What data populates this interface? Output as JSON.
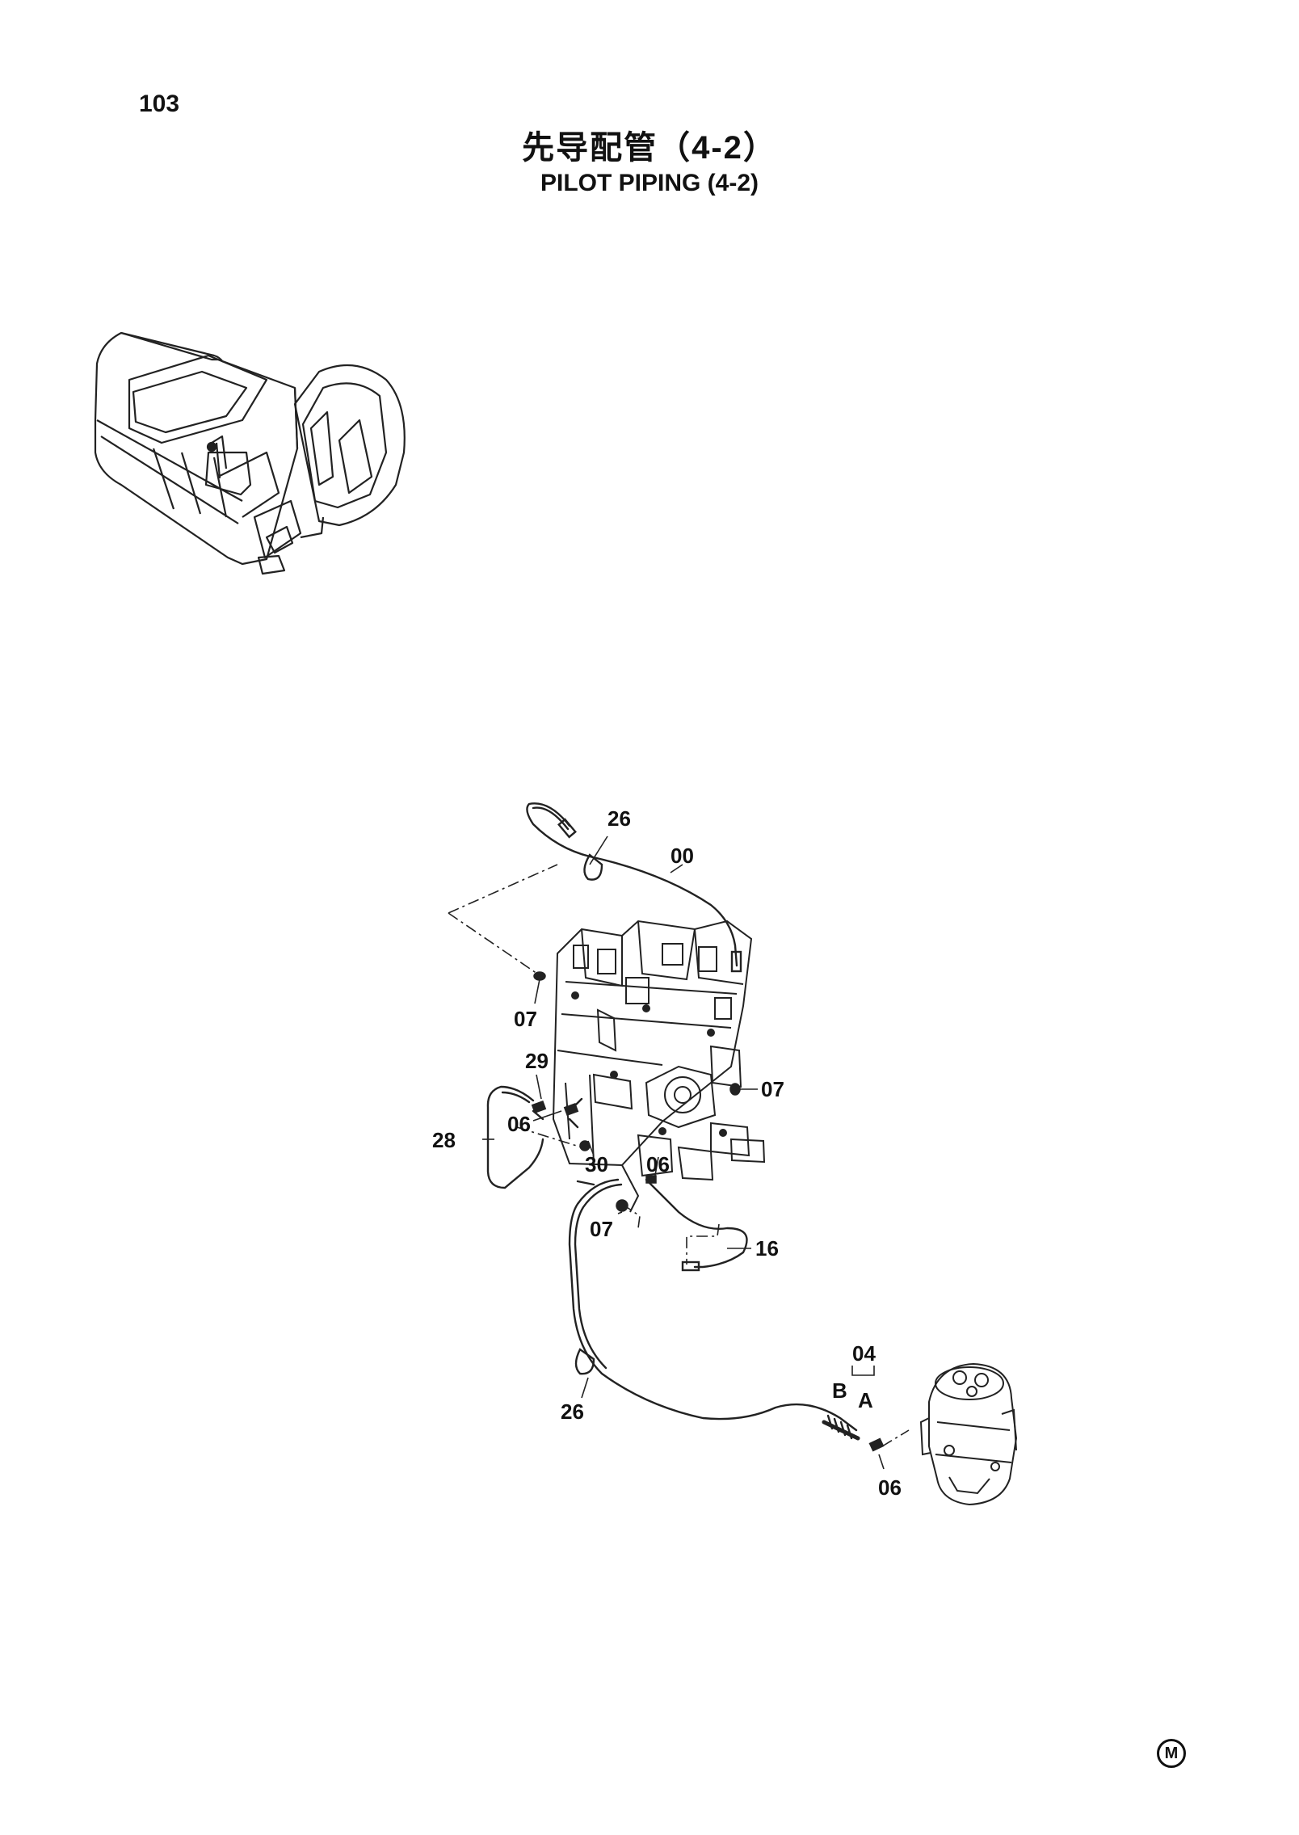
{
  "page_number": "103",
  "title_cn": "先导配管（4-2）",
  "title_en": "PILOT  PIPING (4-2)",
  "mark": "M",
  "callouts": {
    "c26_top": "26",
    "c00": "00",
    "c07_left": "07",
    "c29": "29",
    "c07_right": "07",
    "c06_left": "06",
    "c28": "28",
    "c30": "30",
    "c06_mid": "06",
    "c07_bottom": "07",
    "c16": "16",
    "c04": "04",
    "cB": "B",
    "cA": "A",
    "c26_bottom": "26",
    "c06_bottom": "06"
  }
}
